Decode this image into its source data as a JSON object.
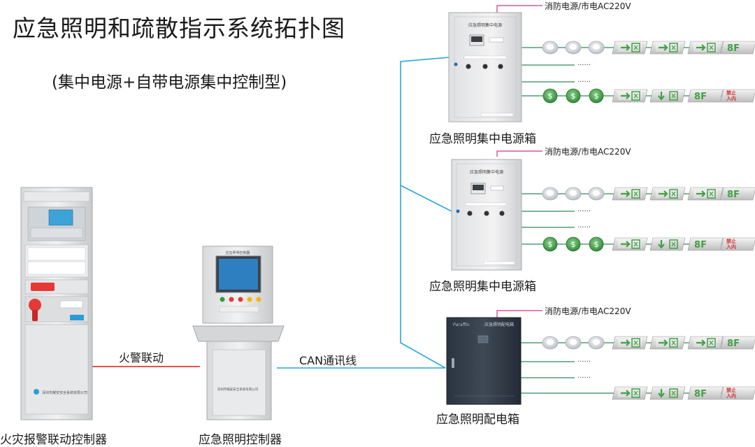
{
  "title": "应急照明和疏散指示系统拓扑图",
  "subtitle": "(集中电源+自带电源集中控制型)",
  "captions": {
    "fire_controller": "火灾报警联动控制器",
    "lighting_controller": "应急照明控制器",
    "power_box_1": "应急照明集中电源箱",
    "power_box_2": "应急照明集中电源箱",
    "distribution_box": "应急照明配电箱"
  },
  "links": {
    "fire_link": "火警联动",
    "can_bus": "CAN通讯线"
  },
  "power_source": "消防电源/市电AC220V",
  "panel_text": {
    "power_box_header": "应急照明集中电源",
    "distribution_header": "应急照明配电箱",
    "distribution_brand": "Paraffin",
    "console_header": "应急照明控制器",
    "company": "深圳市耀安安全系统有限公司"
  },
  "sign_text": {
    "floor": "8F",
    "no_entry_line1": "禁止",
    "no_entry_line2": "入内",
    "ellipsis": "······"
  },
  "colors": {
    "fire_link_line": "#e53935",
    "can_line": "#2aa7d8",
    "branch_line": "#2e8b57",
    "power_line": "#d63384",
    "sign_green": "#43a047"
  }
}
